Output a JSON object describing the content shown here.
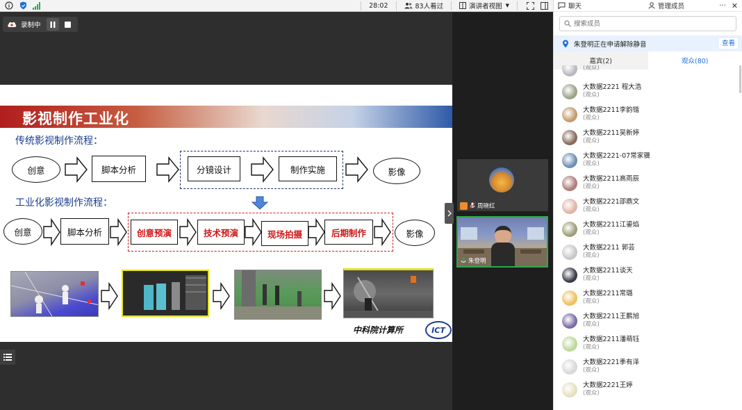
{
  "toolbar": {
    "timer": "28:02",
    "viewers": "83人看过",
    "view_mode": "演讲者视图"
  },
  "panel": {
    "chat_tab": "聊天",
    "manage_tab": "管理成员",
    "search_placeholder": "搜索成员",
    "notice": "朱登明正在申请解除静音",
    "notice_action": "查看",
    "guest_tab": "嘉宾(2)",
    "audience_tab": "观众(80)"
  },
  "recording": {
    "label": "录制中"
  },
  "slide": {
    "title": "影视制作工业化",
    "trad_label": "传统影视制作流程：",
    "ind_label": "工业化影视制作流程：",
    "trad_steps": [
      "创意",
      "脚本分析",
      "分镜设计",
      "制作实施",
      "影像"
    ],
    "ind_steps": [
      "创意",
      "脚本分析",
      "创意预演",
      "技术预演",
      "现场拍摄",
      "后期制作",
      "影像"
    ],
    "logo_text": "中科院计算所",
    "logo_badge": "ICT"
  },
  "videos": {
    "host": "周晓红",
    "speaker": "朱登明"
  },
  "members": [
    {
      "name": "",
      "role": "(观众)",
      "color": "#b8b8c0"
    },
    {
      "name": "大数据2221 程大浩",
      "role": "(观众)",
      "color": "#9aa389"
    },
    {
      "name": "大数据2211李韵锴",
      "role": "(观众)",
      "color": "#c49a6c"
    },
    {
      "name": "大数据2211吴新婷",
      "role": "(观众)",
      "color": "#8a6a5a"
    },
    {
      "name": "大数据2221-07常家骥",
      "role": "(观众)",
      "color": "#6d8fb5"
    },
    {
      "name": "大数据2211高雨辰",
      "role": "(观众)",
      "color": "#b07a7a"
    },
    {
      "name": "大数据2221邵鼎文",
      "role": "(观众)",
      "color": "#e0b4a8"
    },
    {
      "name": "大数据2211江鎏焰",
      "role": "(观众)",
      "color": "#9e9e7a"
    },
    {
      "name": "大数据2211 郭芸",
      "role": "(观众)",
      "color": "#c7c7c7"
    },
    {
      "name": "大数据2211谈天",
      "role": "(观众)",
      "color": "#3a3a4a"
    },
    {
      "name": "大数据2211常璐",
      "role": "(观众)",
      "color": "#f0c060"
    },
    {
      "name": "大数据2211王鹏旭",
      "role": "(观众)",
      "color": "#7a6aa8"
    },
    {
      "name": "大数据2211潘萌钰",
      "role": "(观众)",
      "color": "#bcd89a"
    },
    {
      "name": "大数据2221季有泽",
      "role": "(观众)",
      "color": "#d8d8d8"
    },
    {
      "name": "大数据2221王婷",
      "role": "(观众)",
      "color": "#e6e0c0"
    }
  ]
}
